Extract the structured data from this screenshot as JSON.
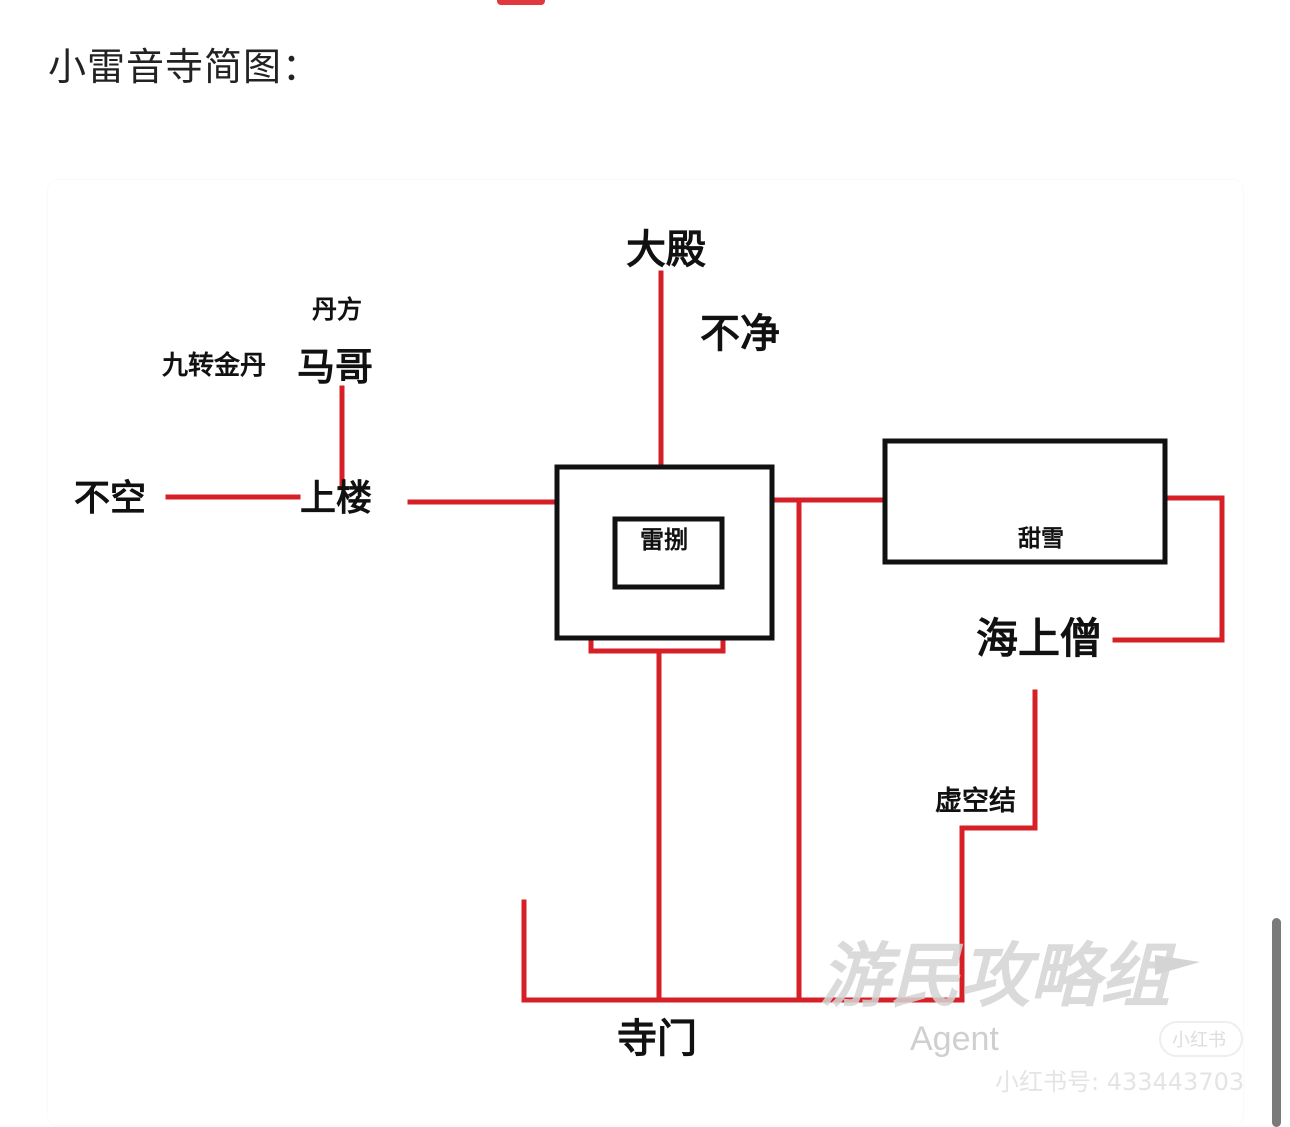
{
  "page": {
    "title": "小雷音寺简图："
  },
  "diagram": {
    "labels": {
      "bukong": "不空",
      "shanglou": "上楼",
      "mage": "马哥",
      "jiuzhuan_jindan": "九转金丹",
      "danfang": "丹方",
      "dadian": "大殿",
      "bujing": "不净",
      "leibeng": "雷捌",
      "tianxue": "甜雪",
      "haishangseng": "海上僧",
      "xukongjie": "虚空结",
      "simen": "寺门"
    },
    "colors": {
      "path": "#d61f26",
      "room": "#111111"
    }
  },
  "watermark": {
    "brand": "游民攻略组",
    "sub": "Agent",
    "platform": "小红书",
    "account": "小红书号: 433443703"
  }
}
